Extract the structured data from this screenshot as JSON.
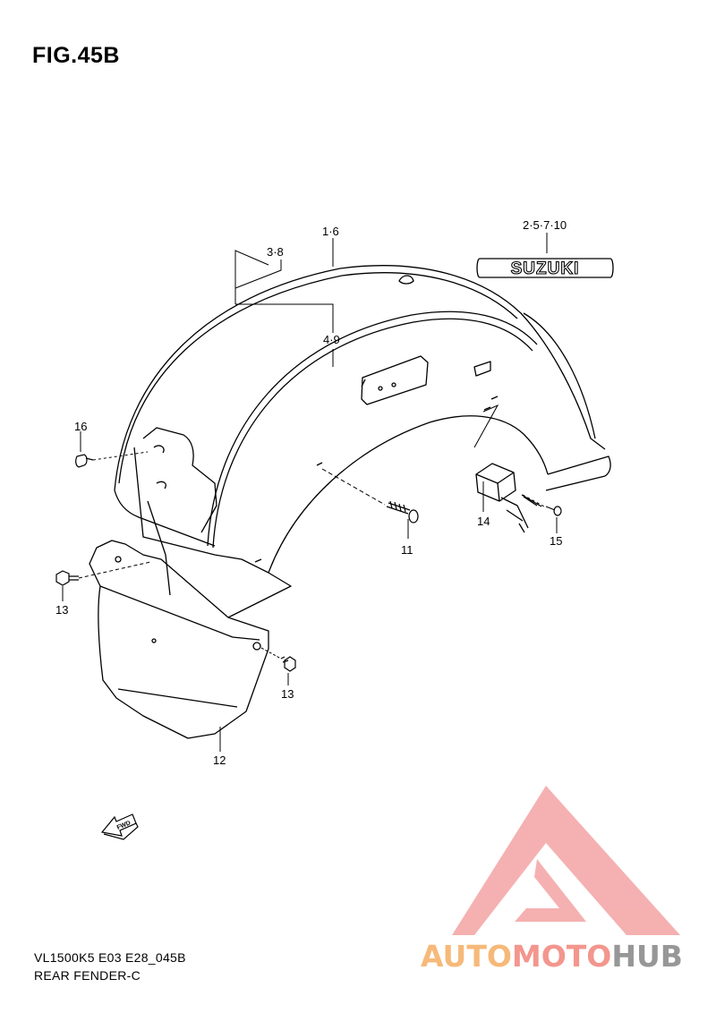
{
  "figure": {
    "title": "FIG.45B",
    "code": "VL1500K5 E03 E28_045B",
    "name": "REAR FENDER-C"
  },
  "callouts": {
    "c16": "16",
    "c38": "3·8",
    "c16b": "1·6",
    "c49": "4·9",
    "c25710": "2·5·7·10",
    "c13a": "13",
    "c13b": "13",
    "c12": "12",
    "c11": "11",
    "c14": "14",
    "c15": "15"
  },
  "emblem": {
    "text": "SUZUKI"
  },
  "fwd_arrow": {
    "label": "FWD"
  },
  "watermark": {
    "part1": "AUTO",
    "part2": "MOTO",
    "part3": "HUB",
    "color_a": "#f6b26b",
    "color_b": "#f28b82",
    "color_c": "#8c8c8c"
  }
}
